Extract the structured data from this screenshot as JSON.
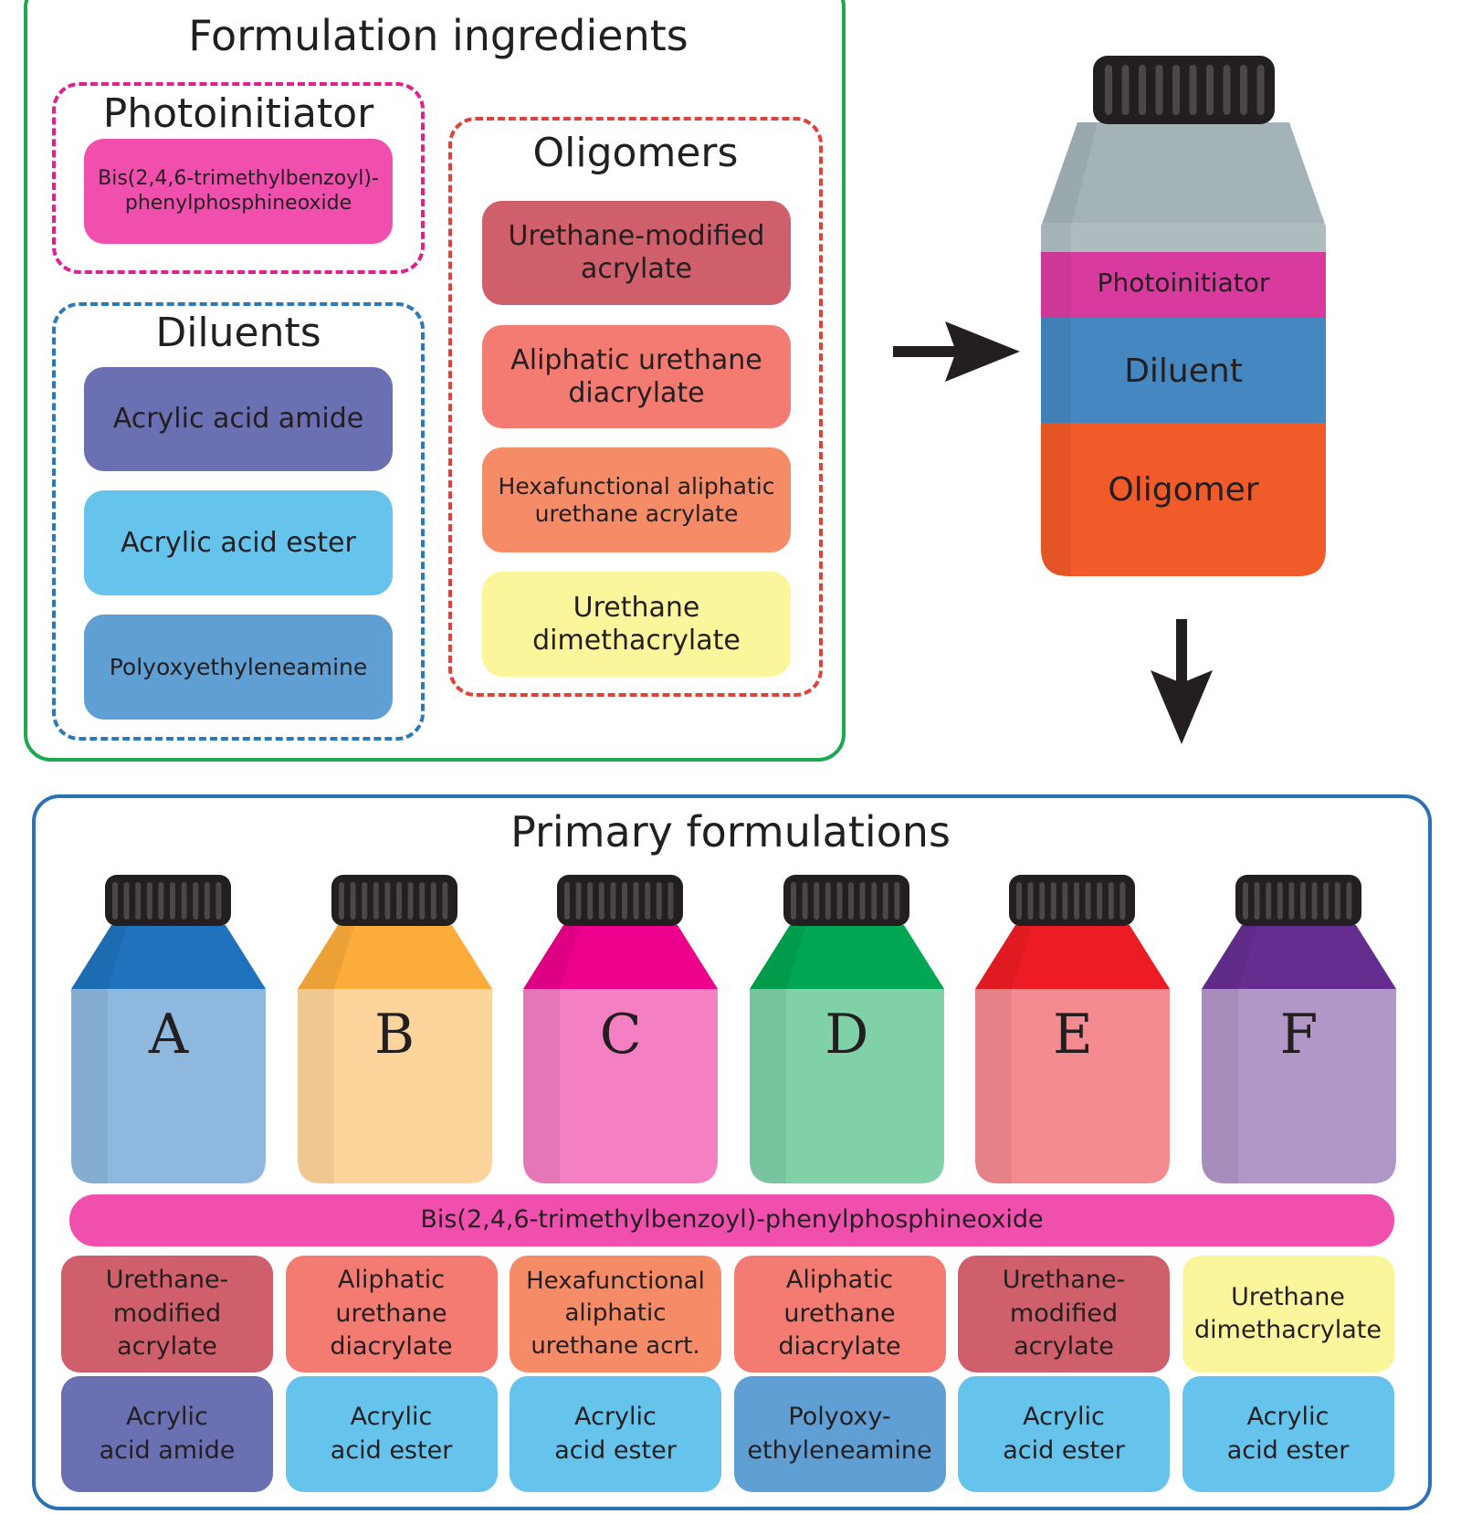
{
  "ingredients": {
    "title": "Formulation ingredients",
    "photoinitiator": {
      "heading": "Photoinitiator",
      "items": [
        {
          "label": "Bis(2,4,6-trimethylbenzoyl)-\nphenylphosphineoxide",
          "color": "#f14fae"
        }
      ]
    },
    "diluents": {
      "heading": "Diluents",
      "items": [
        {
          "label": "Acrylic acid amide",
          "color": "#6a70b2"
        },
        {
          "label": "Acrylic acid ester",
          "color": "#65c3ec"
        },
        {
          "label": "Polyoxyethyleneamine",
          "color": "#5f9fd3"
        }
      ]
    },
    "oligomers": {
      "heading": "Oligomers",
      "items": [
        {
          "label": "Urethane-modified\nacrylate",
          "color": "#cf5f6a"
        },
        {
          "label": "Aliphatic urethane\ndiacrylate",
          "color": "#f47b72"
        },
        {
          "label": "Hexafunctional aliphatic\nurethane acrylate",
          "color": "#f58b67"
        },
        {
          "label": "Urethane\ndimethacrylate",
          "color": "#fbf59b"
        }
      ]
    }
  },
  "mix_bottle": {
    "layers": [
      {
        "label": "Photoinitiator",
        "color": "#d93a9e"
      },
      {
        "label": "Diluent",
        "color": "#4587c0"
      },
      {
        "label": "Oligomer",
        "color": "#f15a29"
      }
    ],
    "empty_color": "#a3b3b8",
    "cap_color": "#231f20"
  },
  "arrows": {
    "right": "arrow-right-icon",
    "down": "arrow-down-icon"
  },
  "primary": {
    "title": "Primary formulations",
    "photoinitiator_bar": {
      "label": "Bis(2,4,6-trimethylbenzoyl)-phenylphosphineoxide",
      "color": "#f14fae"
    },
    "formulations": [
      {
        "letter": "A",
        "top_color": "#1f72bc",
        "body_color": "#8eb8de",
        "oligomer": {
          "label": "Urethane-\nmodified\nacrylate",
          "color": "#cf5f6a"
        },
        "diluent": {
          "label": "Acrylic\nacid amide",
          "color": "#6a70b2"
        }
      },
      {
        "letter": "B",
        "top_color": "#fbac3b",
        "body_color": "#fdd49b",
        "oligomer": {
          "label": "Aliphatic\nurethane\ndiacrylate",
          "color": "#f47b72"
        },
        "diluent": {
          "label": "Acrylic\nacid ester",
          "color": "#65c3ec"
        }
      },
      {
        "letter": "C",
        "top_color": "#ec008c",
        "body_color": "#f47fc3",
        "oligomer": {
          "label": "Hexafunctional\naliphatic\nurethane acrt.",
          "color": "#f58b67"
        },
        "diluent": {
          "label": "Acrylic\nacid ester",
          "color": "#65c3ec"
        }
      },
      {
        "letter": "D",
        "top_color": "#00a651",
        "body_color": "#80d1a8",
        "oligomer": {
          "label": "Aliphatic\nurethane\ndiacrylate",
          "color": "#f47b72"
        },
        "diluent": {
          "label": "Polyoxy-\nethyleneamine",
          "color": "#5f9fd3"
        }
      },
      {
        "letter": "E",
        "top_color": "#ed1c24",
        "body_color": "#f48b91",
        "oligomer": {
          "label": "Urethane-\nmodified\nacrylate",
          "color": "#cf5f6a"
        },
        "diluent": {
          "label": "Acrylic\nacid ester",
          "color": "#65c3ec"
        }
      },
      {
        "letter": "F",
        "top_color": "#662d91",
        "body_color": "#b196c8",
        "oligomer": {
          "label": "Urethane\ndimethacrylate",
          "color": "#fbf59b"
        },
        "diluent": {
          "label": "Acrylic\nacid ester",
          "color": "#65c3ec"
        }
      }
    ]
  }
}
